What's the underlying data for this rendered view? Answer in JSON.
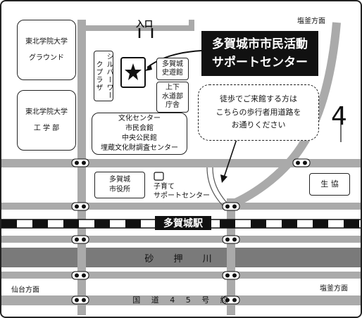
{
  "map": {
    "title_line1": "多賀城市市民活動",
    "title_line2": "サポートセンター",
    "entrance": "入口",
    "direction_shiogama_top": "塩釜方面",
    "direction_shiogama_bottom": "塩釜方面",
    "direction_sendai": "仙台方面",
    "north_symbol": "4",
    "station": "多賀城駅",
    "river": "砂 押 川",
    "route45": "国 道 4 5 号 線",
    "walk_line1": "徒歩でご来館する方は",
    "walk_line2": "こちらの歩行者用道路を",
    "walk_line3": "お通りください",
    "places": {
      "ground_line1": "東北学院大学",
      "ground_line2": "グラウンド",
      "engineering_line1": "東北学院大学",
      "engineering_line2": "工 学 部",
      "silver_plaza": "シルバーワークプラザ",
      "historic_line1": "多賀城",
      "historic_line2": "史遊館",
      "office_line1": "上下",
      "office_line2": "水道部",
      "office_line3": "庁舎",
      "culture_line1": "文化センター",
      "culture_line2": "市民会館",
      "culture_line3": "中央公民館",
      "culture_line4": "埋蔵文化財調査センター",
      "cityhall_line1": "多賀城",
      "cityhall_line2": "市役所",
      "childcare_line1": "子育て",
      "childcare_line2": "サポートセンター",
      "coop": "生 協"
    }
  }
}
